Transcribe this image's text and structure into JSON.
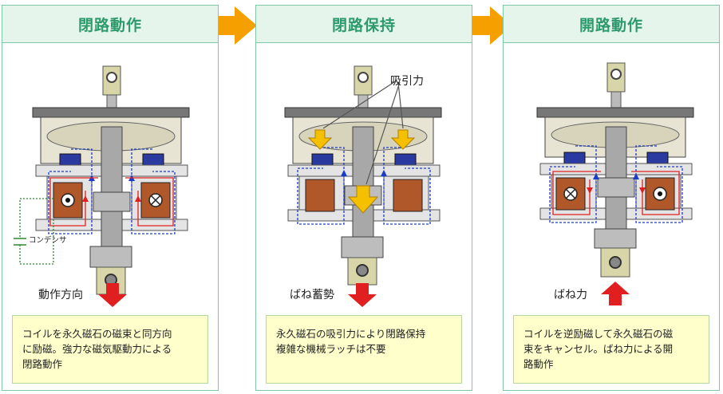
{
  "panels": [
    {
      "title": "閉路動作",
      "bottom_label": "動作方向",
      "side_label": "コンデンサ",
      "caption_line1": "コイルを永久磁石の磁束と同方向",
      "caption_line2": "に励磁。強力な磁気駆動力による",
      "caption_line3": "閉路動作",
      "force_direction": "down"
    },
    {
      "title": "閉路保持",
      "top_label": "吸引力",
      "bottom_label": "ばね蓄勢",
      "caption_line1": "永久磁石の吸引力により閉路保持",
      "caption_line2": "複雑な機械ラッチは不要",
      "caption_line3": "",
      "force_direction": "down"
    },
    {
      "title": "開路動作",
      "bottom_label": "ばね力",
      "caption_line1": "コイルを逆励磁して永久磁石の磁",
      "caption_line2": "束をキャンセル。ばね力による開",
      "caption_line3": "路動作",
      "force_direction": "up"
    }
  ],
  "colors": {
    "accent_green": "#2d9a6c",
    "arrow_orange": "#f5a000",
    "force_red": "#e02020",
    "flux_blue": "#1a3cc8",
    "flux_red": "#e02020",
    "coil_brown": "#b0582a",
    "magnet_blue": "#2b3aa0",
    "yoke_gray": "#c8c8c8"
  }
}
